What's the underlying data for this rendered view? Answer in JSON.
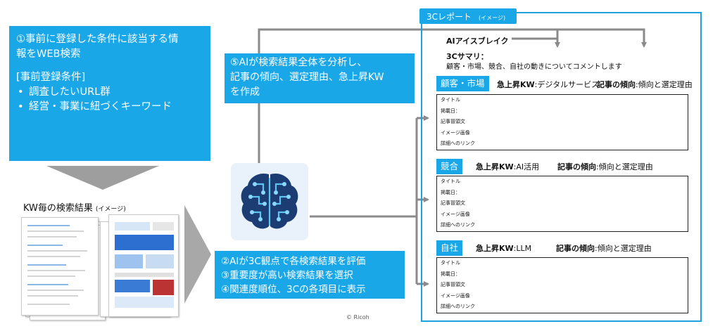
{
  "step1": {
    "heading_l1": "①事前に登録した条件に該当する情",
    "heading_l2": "報をWEB検索",
    "cond_title": "[事前登録条件]",
    "bullets": [
      "調査したいURL群",
      "経営・事業に紐づくキーワード"
    ]
  },
  "step5": {
    "l1": "⑤AIが検索結果全体を分析し、",
    "l2": "記事の傾向、選定理由、急上昇KW",
    "l3": "を作成"
  },
  "steps234": {
    "l1": "②AIが3C観点で各検索結果を評価",
    "l2": "③重要度が高い検索結果を選択",
    "l3": "④関連度順位、3Cの各項目に表示"
  },
  "kw_results": {
    "title": "KW毎の検索結果",
    "note": "(イメージ)"
  },
  "report": {
    "tab_label": "3Cレポート",
    "tab_note": "(イメージ)",
    "ai_title": "AIアイスブレイク",
    "summary_title": "3Cサマリ：",
    "summary_text": "顧客・市場、競合、自社の動きについてコメントします",
    "sections": [
      {
        "label": "顧客・市場",
        "kw_label": "急上昇KW",
        "kw_value": ":デジタルサービス",
        "trend_label": "記事の傾向",
        "trend_value": ":傾向と選定理由",
        "fields": [
          "タイトル",
          "掲載日：",
          "記事冒頭文",
          "イメージ画像",
          "詳細へのリンク"
        ]
      },
      {
        "label": "競合",
        "kw_label": "急上昇KW",
        "kw_value": ":AI活用",
        "trend_label": "記事の傾向",
        "trend_value": ":傾向と選定理由",
        "fields": [
          "タイトル",
          "掲載日：",
          "記事冒頭文",
          "イメージ画像",
          "詳細へのリンク"
        ]
      },
      {
        "label": "自社",
        "kw_label": "急上昇KW",
        "kw_value": ":LLM",
        "trend_label": "記事の傾向",
        "trend_value": ":傾向と選定理由",
        "fields": [
          "タイトル",
          "掲載日：",
          "記事冒頭文",
          "イメージ画像",
          "詳細へのリンク"
        ]
      }
    ]
  },
  "copyright": "© Ricoh",
  "colors": {
    "accent_blue": "#1aa7e8",
    "arrow_gray": "#9e9e9e",
    "connector_gray": "#8a8a8a"
  },
  "icons": {
    "brain": "ai-brain-circuit-icon"
  }
}
